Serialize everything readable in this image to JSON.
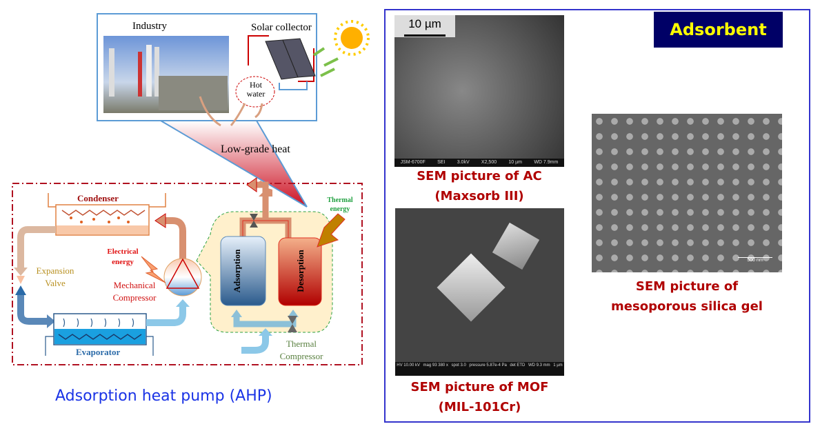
{
  "left": {
    "industry_label": "Industry",
    "solar_label": "Solar collector",
    "hot_water_label": "Hot water",
    "low_grade_heat": "Low-grade heat",
    "condenser": "Condenser",
    "expansion_valve": "Expansion Valve",
    "electrical_energy": "Electrical energy",
    "mechanical_compressor": "Mechanical Compressor",
    "evaporator": "Evaporator",
    "adsorption": "Adsorption",
    "desorption": "Desorption",
    "thermal_energy": "Thermal energy",
    "thermal_compressor": "Thermal Compressor",
    "title": "Adsorption heat pump (AHP)"
  },
  "right": {
    "heading": "Adsorbent",
    "ac": {
      "scale": "10 µm",
      "bar": [
        "JSM-6700F",
        "SEI",
        "3.0kV",
        "X2,500",
        "10 µm",
        "WD 7.9mm"
      ],
      "caption1": "SEM picture of AC",
      "caption2": "(Maxsorb III)"
    },
    "mof": {
      "bar": [
        "HV 10.00 kV",
        "mag 93 380 x",
        "spot 3.0",
        "pressure 5.87e-4 Pa",
        "det ETD",
        "WD 9.3 mm",
        "1 µm"
      ],
      "caption1": "SEM picture of MOF",
      "caption2": "(MIL-101Cr)"
    },
    "silica": {
      "scale": "500 nm",
      "caption1": "SEM picture of",
      "caption2": "mesoporous silica gel"
    }
  },
  "colors": {
    "frame_blue": "#3333cc",
    "caption_red": "#b00000",
    "heading_bg": "#000066",
    "heading_fg": "#ffff00",
    "title_blue": "#1a33e6"
  }
}
